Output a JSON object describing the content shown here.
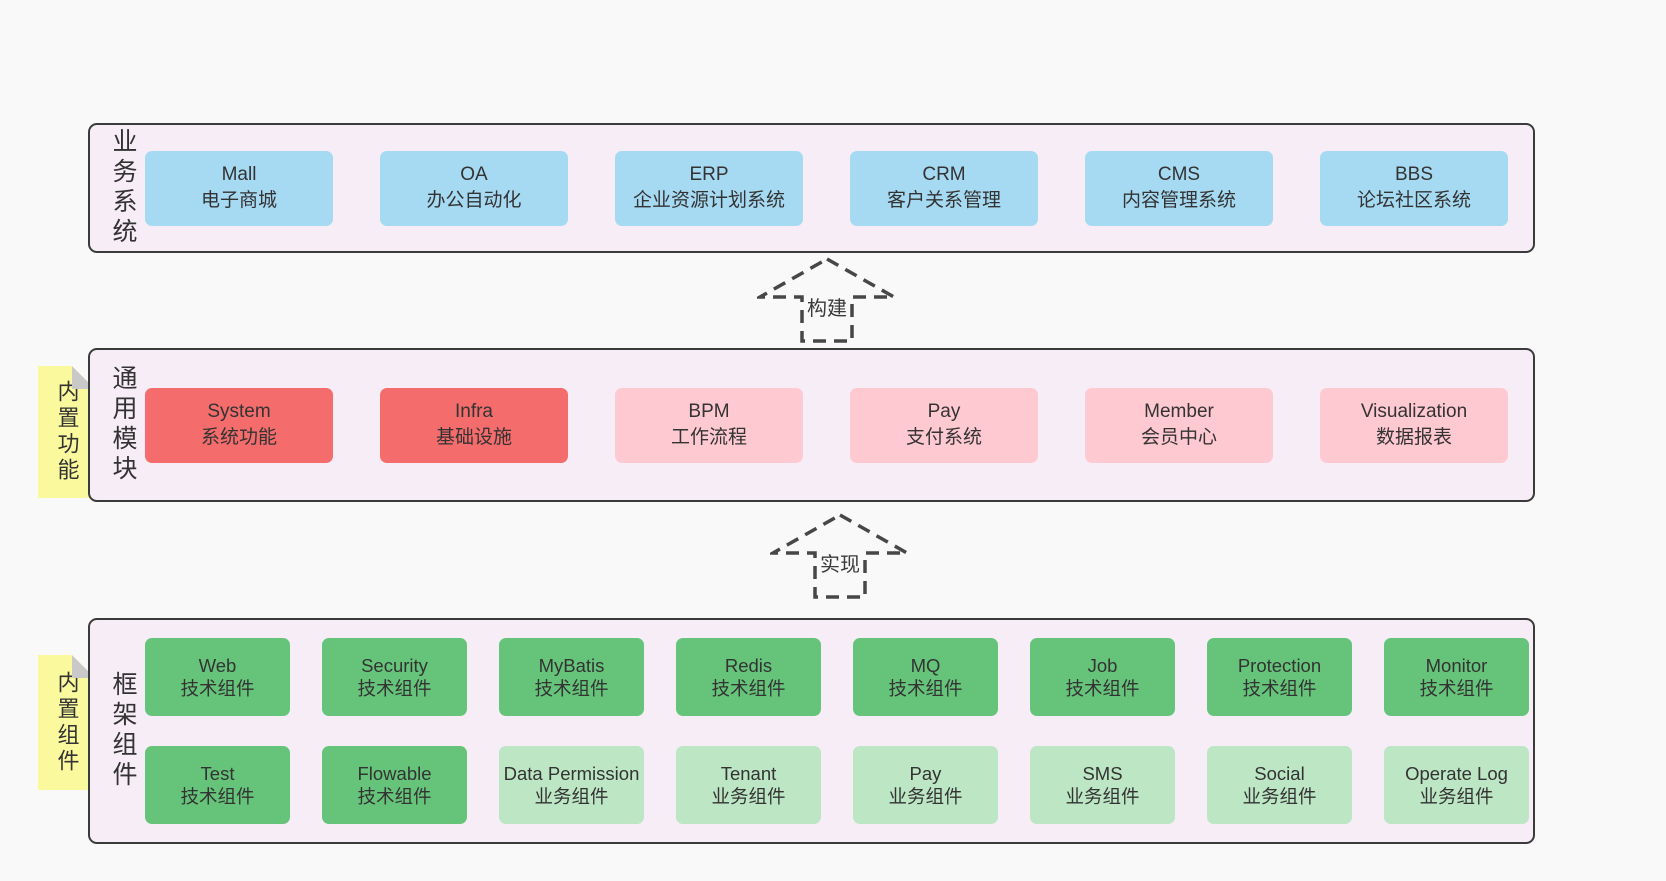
{
  "colors": {
    "page_bg": "#f9f9f9",
    "band_bg": "#f7edf6",
    "band_border": "#3b3b3b",
    "blue_box": "#a6daf3",
    "red_box": "#f56c6c",
    "pink_box": "#ffc9d2",
    "green_box": "#66c47a",
    "green_light_box": "#bce6c4",
    "sticky_yellow": "#fbf99e",
    "sticky_fold_gray": "#c9c9c9"
  },
  "arrows": {
    "build": "构建",
    "implement": "实现"
  },
  "sections": {
    "business": {
      "label": "业务系统",
      "boxes": [
        {
          "en": "Mall",
          "zh": "电子商城"
        },
        {
          "en": "OA",
          "zh": "办公自动化"
        },
        {
          "en": "ERP",
          "zh": "企业资源计划系统"
        },
        {
          "en": "CRM",
          "zh": "客户关系管理"
        },
        {
          "en": "CMS",
          "zh": "内容管理系统"
        },
        {
          "en": "BBS",
          "zh": "论坛社区系统"
        }
      ]
    },
    "modules": {
      "label": "通用模块",
      "sticky": "内置功能",
      "boxes": [
        {
          "en": "System",
          "zh": "系统功能"
        },
        {
          "en": "Infra",
          "zh": "基础设施"
        },
        {
          "en": "BPM",
          "zh": "工作流程"
        },
        {
          "en": "Pay",
          "zh": "支付系统"
        },
        {
          "en": "Member",
          "zh": "会员中心"
        },
        {
          "en": "Visualization",
          "zh": "数据报表"
        }
      ]
    },
    "components": {
      "label": "框架组件",
      "sticky": "内置组件",
      "row1": [
        {
          "en": "Web",
          "zh": "技术组件"
        },
        {
          "en": "Security",
          "zh": "技术组件"
        },
        {
          "en": "MyBatis",
          "zh": "技术组件"
        },
        {
          "en": "Redis",
          "zh": "技术组件"
        },
        {
          "en": "MQ",
          "zh": "技术组件"
        },
        {
          "en": "Job",
          "zh": "技术组件"
        },
        {
          "en": "Protection",
          "zh": "技术组件"
        },
        {
          "en": "Monitor",
          "zh": "技术组件"
        }
      ],
      "row2": [
        {
          "en": "Test",
          "zh": "技术组件"
        },
        {
          "en": "Flowable",
          "zh": "技术组件"
        },
        {
          "en": "Data Permission",
          "zh": "业务组件"
        },
        {
          "en": "Tenant",
          "zh": "业务组件"
        },
        {
          "en": "Pay",
          "zh": "业务组件"
        },
        {
          "en": "SMS",
          "zh": "业务组件"
        },
        {
          "en": "Social",
          "zh": "业务组件"
        },
        {
          "en": "Operate Log",
          "zh": "业务组件"
        }
      ]
    }
  }
}
